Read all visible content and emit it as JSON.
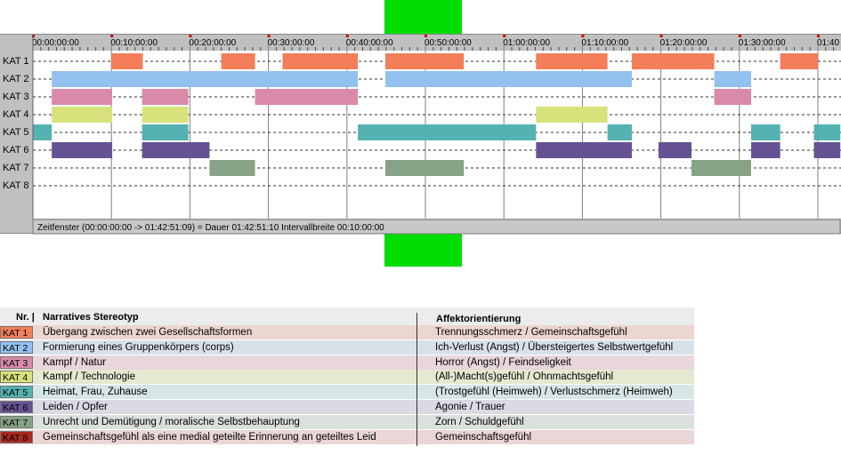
{
  "colors": {
    "kat1": "#f47d5a",
    "kat2": "#92c1ef",
    "kat3": "#d98aa9",
    "kat4": "#d8e27c",
    "kat5": "#54b2b0",
    "kat6": "#665292",
    "kat7": "#86a386",
    "kat8": "#a82a20",
    "green": "#00dd00"
  },
  "timeline": {
    "tick_labels": [
      "00:00:00:00",
      "00:10:00:00",
      "00:20:00:00",
      "00:30:00:00",
      "00:40:00:00",
      "00:50:00:00",
      "01:00:00:00",
      "01:10:00:00",
      "01:20:00:00",
      "01:30:00:00",
      "01:40"
    ],
    "row_labels": [
      "KAT 1",
      "KAT 2",
      "KAT 3",
      "KAT 4",
      "KAT 5",
      "KAT 6",
      "KAT 7",
      "KAT 8"
    ],
    "footer": "Zeitfenster (00:00:00:00 -> 01:42:51:09) = Dauer 01:42:51:10     Intervallbreite 00:10:00:00",
    "total_minutes": 102.86,
    "segments": [
      {
        "row": 0,
        "start": 10.0,
        "end": 14.0
      },
      {
        "row": 0,
        "start": 24.0,
        "end": 28.3
      },
      {
        "row": 0,
        "start": 31.8,
        "end": 41.4
      },
      {
        "row": 0,
        "start": 44.9,
        "end": 54.9
      },
      {
        "row": 0,
        "start": 64.1,
        "end": 73.2
      },
      {
        "row": 0,
        "start": 76.3,
        "end": 86.8
      },
      {
        "row": 0,
        "start": 95.2,
        "end": 100.0
      },
      {
        "row": 1,
        "start": 2.4,
        "end": 41.4
      },
      {
        "row": 1,
        "start": 44.9,
        "end": 76.3
      },
      {
        "row": 1,
        "start": 86.8,
        "end": 91.5
      },
      {
        "row": 2,
        "start": 2.4,
        "end": 10.1
      },
      {
        "row": 2,
        "start": 13.9,
        "end": 19.8
      },
      {
        "row": 2,
        "start": 28.3,
        "end": 41.4
      },
      {
        "row": 2,
        "start": 86.8,
        "end": 91.5
      },
      {
        "row": 3,
        "start": 2.4,
        "end": 10.1
      },
      {
        "row": 3,
        "start": 13.9,
        "end": 19.8
      },
      {
        "row": 3,
        "start": 64.1,
        "end": 73.2
      },
      {
        "row": 4,
        "start": 0.0,
        "end": 2.4
      },
      {
        "row": 4,
        "start": 13.9,
        "end": 19.8
      },
      {
        "row": 4,
        "start": 41.4,
        "end": 64.1
      },
      {
        "row": 4,
        "start": 73.2,
        "end": 76.3
      },
      {
        "row": 4,
        "start": 91.5,
        "end": 95.2
      },
      {
        "row": 4,
        "start": 99.5,
        "end": 102.86
      },
      {
        "row": 5,
        "start": 2.4,
        "end": 10.1
      },
      {
        "row": 5,
        "start": 13.9,
        "end": 22.5
      },
      {
        "row": 5,
        "start": 64.1,
        "end": 76.3
      },
      {
        "row": 5,
        "start": 79.7,
        "end": 83.9
      },
      {
        "row": 5,
        "start": 91.5,
        "end": 95.2
      },
      {
        "row": 5,
        "start": 99.5,
        "end": 102.86
      },
      {
        "row": 6,
        "start": 22.5,
        "end": 28.3
      },
      {
        "row": 6,
        "start": 44.9,
        "end": 54.9
      },
      {
        "row": 6,
        "start": 83.9,
        "end": 91.5
      }
    ]
  },
  "legend": {
    "header_nr": "Nr. |",
    "header_stereotyp": "Narratives Stereotyp",
    "header_affekt": "Affektorientierung",
    "rows": [
      {
        "kat": "KAT 1",
        "stereotyp": "Übergang zwischen zwei Gesellschaftsformen",
        "affekt": "Trennungsschmerz / Gemeinschaftsgefühl"
      },
      {
        "kat": "KAT 2",
        "stereotyp": "Formierung eines Gruppenkörpers (corps)",
        "affekt": "Ich-Verlust (Angst) / Übersteigertes Selbstwertgefühl"
      },
      {
        "kat": "KAT 3",
        "stereotyp": "Kampf / Natur",
        "affekt": "Horror (Angst) / Feindseligkeit"
      },
      {
        "kat": "KAT 4",
        "stereotyp": "Kampf / Technologie",
        "affekt": "(All-)Macht(s)gefühl / Ohnmachtsgefühl"
      },
      {
        "kat": "KAT 5",
        "stereotyp": "Heimat, Frau, Zuhause",
        "affekt": "(Trostgefühl (Heimweh) / Verlustschmerz (Heimweh)"
      },
      {
        "kat": "KAT 6",
        "stereotyp": "Leiden / Opfer",
        "affekt": "Agonie / Trauer"
      },
      {
        "kat": "KAT 7",
        "stereotyp": "Unrecht und Demütigung / moralische Selbstbehauptung",
        "affekt": "Zorn / Schuldgefühl"
      },
      {
        "kat": "KAT 8",
        "stereotyp": "Gemeinschaftsgefühl als eine medial geteilte Erinnerung an geteiltes Leid",
        "affekt": "Gemeinschaftsgefühl"
      }
    ]
  }
}
